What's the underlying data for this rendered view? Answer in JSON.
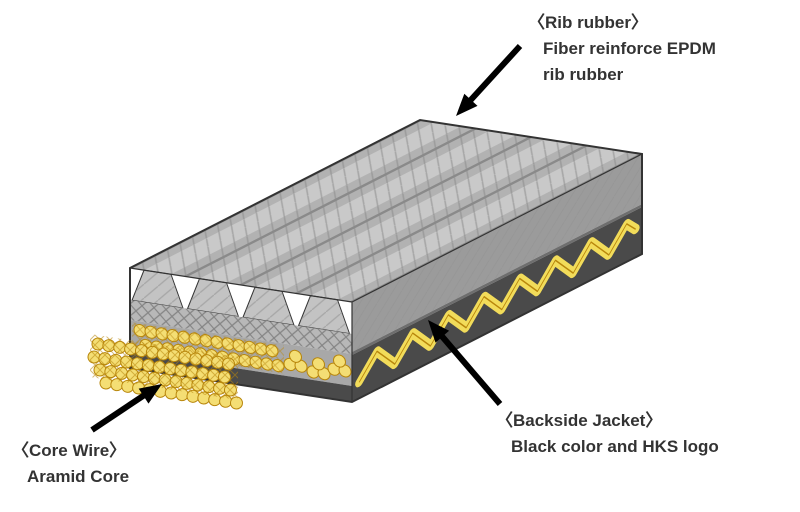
{
  "labels": {
    "rib_rubber": {
      "heading": "〈Rib rubber〉",
      "line1": "Fiber reinforce EPDM",
      "line2": "rib rubber"
    },
    "core_wire": {
      "heading": "〈Core Wire〉",
      "line1": "Aramid Core"
    },
    "backside_jacket": {
      "heading": "〈Backside Jacket〉",
      "line1": "Black color and HKS logo"
    }
  },
  "colors": {
    "background": "#ffffff",
    "text": "#333333",
    "arrow": "#000000",
    "outline": "#333333",
    "top_face": "#c9c9c9",
    "top_slope": "#b2b2b2",
    "groove": "#8a8a8a",
    "front_rib": "#c3c3c3",
    "adhesion": "#b8b8b8",
    "core_band": "#a8a8a8",
    "jacket_dark": "#4a4a4a",
    "side_upper": "#9b9b9b",
    "side_divider": "#6e6e6e",
    "core_yellow": "#f4de74",
    "core_stroke": "#b8860b",
    "logo_yellow": "#f2dc5a"
  }
}
